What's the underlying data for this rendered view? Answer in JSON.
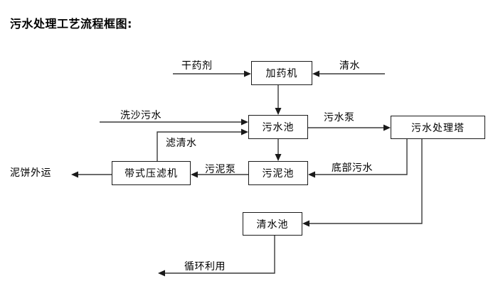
{
  "title": "污水处理工艺流程框图:",
  "diagram": {
    "nodes": [
      {
        "id": "dosing-machine",
        "label": "加药机"
      },
      {
        "id": "sewage-pool",
        "label": "污水池"
      },
      {
        "id": "sewage-treatment-tower",
        "label": "污水处理塔"
      },
      {
        "id": "belt-filter-press",
        "label": "带式压滤机"
      },
      {
        "id": "sludge-pool",
        "label": "污泥池"
      },
      {
        "id": "clean-water-pool",
        "label": "清水池"
      }
    ],
    "edge_labels": [
      {
        "id": "dry-agent",
        "text": "干药剂"
      },
      {
        "id": "clean-water-in",
        "text": "清水"
      },
      {
        "id": "sand-washing-sewage",
        "text": "洗沙污水"
      },
      {
        "id": "filtered-clear-water",
        "text": "滤清水"
      },
      {
        "id": "sewage-pump",
        "text": "污水泵"
      },
      {
        "id": "sludge-pump",
        "text": "污泥泵"
      },
      {
        "id": "bottom-sewage",
        "text": "底部污水"
      },
      {
        "id": "mud-cake-outbound",
        "text": "泥饼外运"
      },
      {
        "id": "recycling-reuse",
        "text": "循环利用"
      }
    ]
  }
}
